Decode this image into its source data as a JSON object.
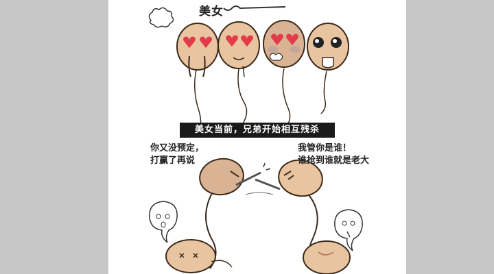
{
  "comic": {
    "top_caption": "美女",
    "banner_text": "美女当前，兄弟开始相互残杀",
    "left_bubble": [
      "你又没预定，",
      "打赢了再说"
    ],
    "right_bubble": [
      "我管你是谁！",
      "谁抢到谁就是老大"
    ]
  },
  "colors": {
    "background": "#c8c8c8",
    "panel": "#ffffff",
    "sperm_body": "#e8c4a0",
    "outline": "#3a2a1a",
    "heart": "#e23b4a",
    "banner": "#1a1a1a"
  }
}
